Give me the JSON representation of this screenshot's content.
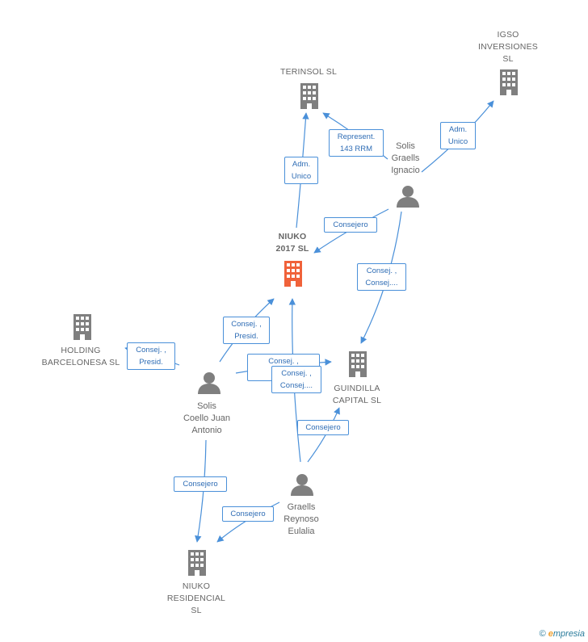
{
  "colors": {
    "edge": "#4a90d9",
    "node": "#7f7f7f",
    "highlight": "#f0623a",
    "edge_text": "#2f6db5"
  },
  "nodes": {
    "igso": {
      "label": "IGSO\nINVERSIONES\nSL",
      "type": "company"
    },
    "terinsol": {
      "label": "TERINSOL  SL",
      "type": "company"
    },
    "solis_graells": {
      "label": "Solis\nGraells\nIgnacio",
      "type": "person"
    },
    "niuko2017": {
      "label": "NIUKO\n2017  SL",
      "type": "company-highlight"
    },
    "holding": {
      "label": "HOLDING\nBARCELONESA SL",
      "type": "company"
    },
    "guindilla": {
      "label": "GUINDILLA\nCAPITAL SL",
      "type": "company"
    },
    "solis_coello": {
      "label": "Solis\nCoello Juan\nAntonio",
      "type": "person"
    },
    "graells_reynoso": {
      "label": "Graells\nReynoso\nEulalia",
      "type": "person"
    },
    "niuko_residencial": {
      "label": "NIUKO\nRESIDENCIAL\nSL",
      "type": "company"
    }
  },
  "edges": {
    "adm_unico_igso": "Adm.\nUnico",
    "represent_terinsol": "Represent.\n143 RRM",
    "adm_unico_terinsol": "Adm.\nUnico",
    "consejero_niuko_sg": "Consejero",
    "consej_guindilla_sg": "Consej. ,\nConsej....",
    "consej_presid_niuko": "Consej. ,\nPresid.",
    "consej_presid_holding": "Consej. ,\nPresid.",
    "consej_presid_guindilla": "Consej. ,\nPresid.",
    "consej_graells_niuko": "Consej. ,\nConsej....",
    "consejero_guindilla_gr": "Consejero",
    "consejero_residencial_sc": "Consejero",
    "consejero_residencial_gr": "Consejero"
  },
  "footer": {
    "copyright_symbol": "©",
    "brand_first": "e",
    "brand_rest": "mpresia"
  }
}
